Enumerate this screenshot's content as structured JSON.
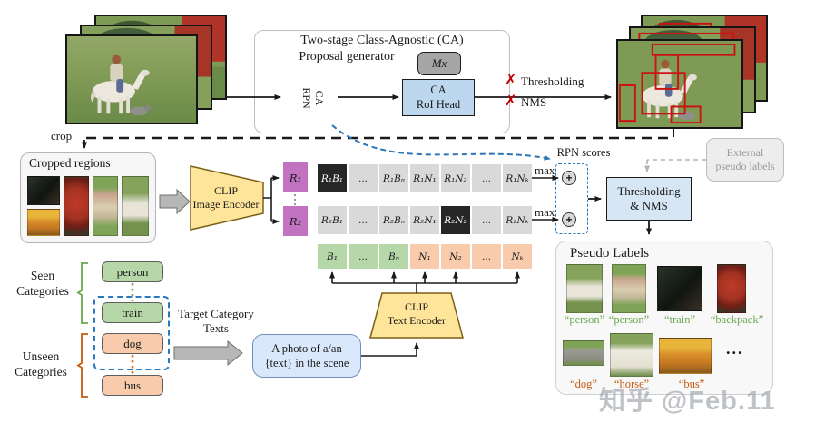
{
  "generator": {
    "title_line1": "Two-stage Class-Agnostic (CA)",
    "title_line2": "Proposal generator",
    "rpn_line1": "CA",
    "rpn_line2": "RPN",
    "m_loop": "Mx",
    "roi_line1": "CA",
    "roi_line2": "RoI Head"
  },
  "rejects": {
    "x_mark": "✗",
    "thresholding": "Thresholding",
    "nms": "NMS"
  },
  "crop_label": "crop",
  "cropped_regions_title": "Cropped regions",
  "image_encoder": {
    "line1": "CLIP",
    "line2": "Image Encoder"
  },
  "text_encoder": {
    "line1": "CLIP",
    "line2": "Text Encoder"
  },
  "prompt": {
    "line1": "A photo of a/an",
    "line2": "{text} in the scene"
  },
  "matrix": {
    "region_labels": [
      "R₁",
      "R₂"
    ],
    "row1": [
      "R₁B₁",
      "...",
      "R₁Bₙ",
      "R₁N₁",
      "R₁N₂",
      "...",
      "R₁Nₖ"
    ],
    "row2": [
      "R₂B₁",
      "...",
      "R₂Bₙ",
      "R₂N₁",
      "R₂N₂",
      "...",
      "R₂Nₖ"
    ],
    "text_embeddings": [
      "B₁",
      "...",
      "Bₙ",
      "N₁",
      "N₂",
      "...",
      "Nₖ"
    ],
    "max_label": "max",
    "plus_icon": "+",
    "rpn_scores_label": "RPN scores"
  },
  "threshold_nms": {
    "line1": "Thresholding",
    "line2": "& NMS"
  },
  "external_labels": {
    "line1": "External",
    "line2": "pseudo labels"
  },
  "pseudo_labels": {
    "title": "Pseudo Labels",
    "seen_items": [
      "“person”",
      "“person”",
      "“train”",
      "“backpack”"
    ],
    "unseen_items": [
      "“dog”",
      "“horse”",
      "“bus”"
    ],
    "ellipsis": "..."
  },
  "categories": {
    "seen_line1": "Seen",
    "seen_line2": "Categories",
    "unseen_line1": "Unseen",
    "unseen_line2": "Categories",
    "seen_boxes": [
      "person",
      "train"
    ],
    "unseen_boxes": [
      "dog",
      "bus"
    ],
    "target_line1": "Target Category",
    "target_line2": "Texts"
  },
  "watermark": "知乎 @Feb.11",
  "colors": {
    "seen_green": "#6aa84f",
    "unseen_orange": "#c55a11",
    "clip_yellow": "#ffe599",
    "proposal_blue": "#bdd7ee",
    "region_purple": "#c173c1",
    "cell_gray": "#d9d9d9",
    "highlight_black": "#262626",
    "seen_cell_green": "#b6d7a8",
    "unseen_cell_orange": "#f8cbad",
    "reject_red": "#c00000",
    "rpn_dashed_blue": "#2e75b6"
  }
}
